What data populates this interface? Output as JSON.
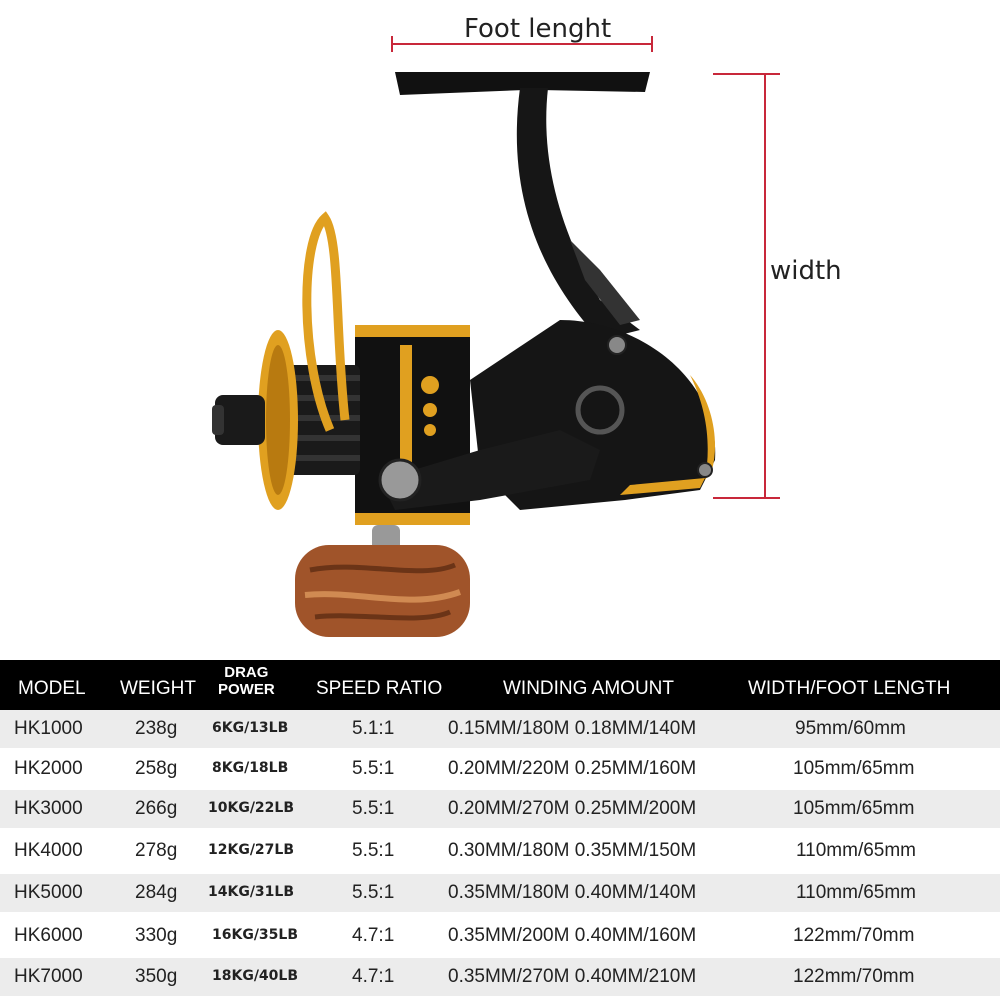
{
  "dimensions": {
    "foot_label": "Foot lenght",
    "width_label": "width",
    "line_color": "#c8283a"
  },
  "product": {
    "image": "spinning-reel-icon",
    "accent_color": "#e0a020",
    "body_color": "#111111",
    "handle_color": "#a0542a"
  },
  "table": {
    "headers": {
      "model": "MODEL",
      "weight": "WEIGHT",
      "drag_line1": "DRAG",
      "drag_line2": "POWER",
      "speed": "SPEED RATIO",
      "winding": "WINDING AMOUNT",
      "width_foot": "WIDTH/FOOT LENGTH"
    },
    "rows": [
      {
        "model": "HK1000",
        "weight": "238g",
        "drag": "6KG/13LB",
        "speed": "5.1:1",
        "winding": "0.15MM/180M 0.18MM/140M",
        "width_foot": "95mm/60mm"
      },
      {
        "model": "HK2000",
        "weight": "258g",
        "drag": "8KG/18LB",
        "speed": "5.5:1",
        "winding": "0.20MM/220M 0.25MM/160M",
        "width_foot": "105mm/65mm"
      },
      {
        "model": "HK3000",
        "weight": "266g",
        "drag": "10KG/22LB",
        "speed": "5.5:1",
        "winding": "0.20MM/270M 0.25MM/200M",
        "width_foot": "105mm/65mm"
      },
      {
        "model": "HK4000",
        "weight": "278g",
        "drag": "12KG/27LB",
        "speed": "5.5:1",
        "winding": "0.30MM/180M 0.35MM/150M",
        "width_foot": "110mm/65mm"
      },
      {
        "model": "HK5000",
        "weight": "284g",
        "drag": "14KG/31LB",
        "speed": "5.5:1",
        "winding": "0.35MM/180M 0.40MM/140M",
        "width_foot": "110mm/65mm"
      },
      {
        "model": "HK6000",
        "weight": "330g",
        "drag": "16KG/35LB",
        "speed": "4.7:1",
        "winding": "0.35MM/200M 0.40MM/160M",
        "width_foot": "122mm/70mm"
      },
      {
        "model": "HK7000",
        "weight": "350g",
        "drag": "18KG/40LB",
        "speed": "4.7:1",
        "winding": "0.35MM/270M 0.40MM/210M",
        "width_foot": "122mm/70mm"
      }
    ]
  }
}
